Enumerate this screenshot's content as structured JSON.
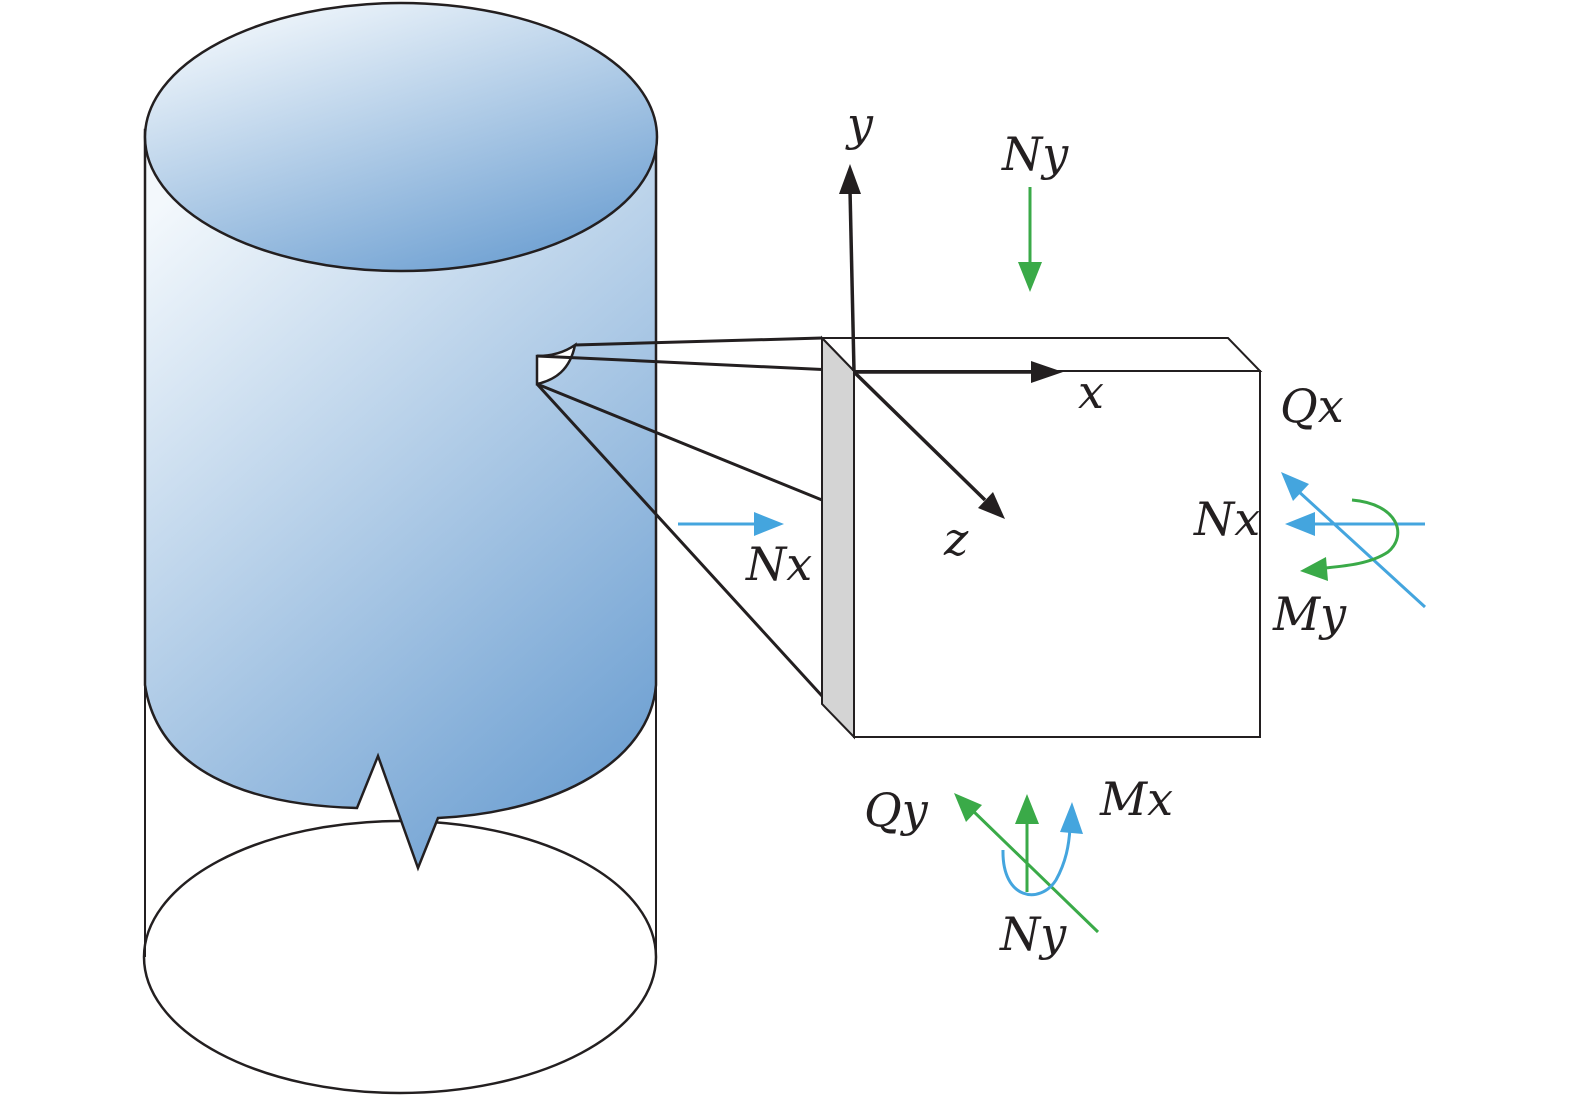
{
  "colors": {
    "tank_top": "#f3f8fc",
    "tank_bottom": "#6b9ed1",
    "blue_arrow": "#44a5de",
    "green_arrow": "#3aaa48",
    "panel_edge_fill": "#d4d4d4",
    "line": "#231f20"
  },
  "labels": {
    "axis_y": "y",
    "axis_x": "x",
    "axis_z": "z",
    "ny_top": "Ny",
    "ny_bottom": "Ny",
    "nx_left": "Nx",
    "nx_right": "Nx",
    "qx": "Qx",
    "qy": "Qy",
    "mx": "Mx",
    "my": "My"
  }
}
